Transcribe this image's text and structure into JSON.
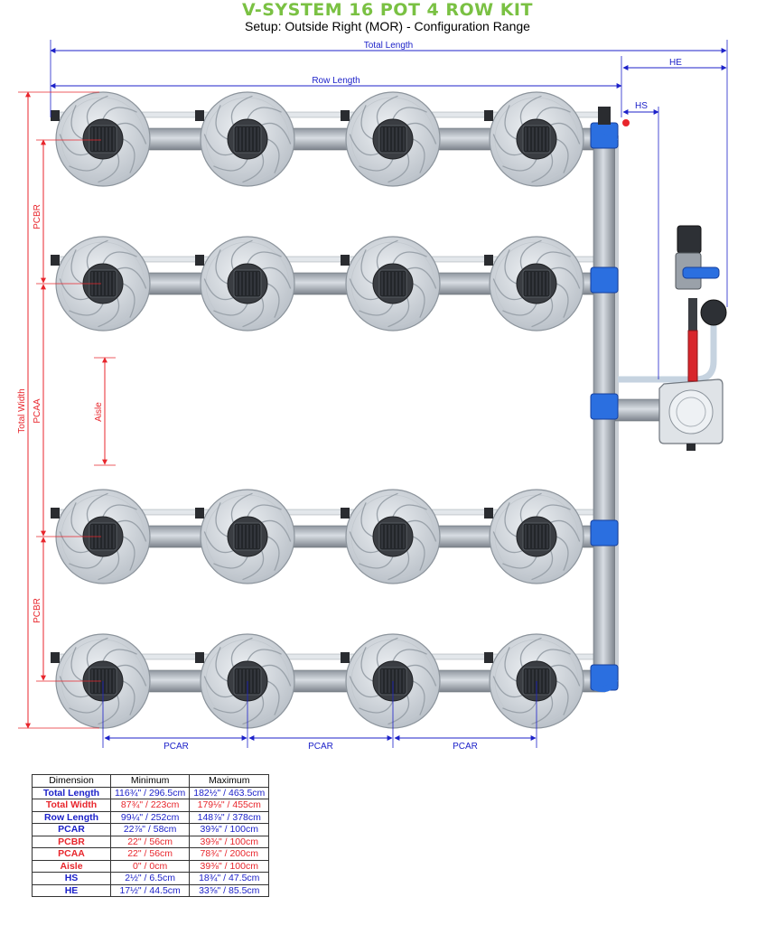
{
  "header": {
    "title": "V-SYSTEM 16 POT 4 ROW KIT",
    "subtitle": "Setup: Outside Right (MOR) - Configuration Range"
  },
  "colors": {
    "title_green": "#7ac143",
    "blue": "#1d22c9",
    "red": "#e8262c",
    "pipe_grey": "#aab0b8",
    "fitting_blue": "#2b6fe0"
  },
  "labels": {
    "total_length": "Total Length",
    "row_length": "Row Length",
    "he": "HE",
    "hs": "HS",
    "pcbr": "PCBR",
    "pcaa": "PCAA",
    "aisle": "Aisle",
    "total_width": "Total Width",
    "pcar": "PCAR"
  },
  "table": {
    "headers": [
      "Dimension",
      "Minimum",
      "Maximum"
    ],
    "rows": [
      {
        "dimension": "Total Length",
        "min": "116¾\" / 296.5cm",
        "max": "182½\" / 463.5cm",
        "color": "blue"
      },
      {
        "dimension": "Total Width",
        "min": "87¾\" / 223cm",
        "max": "179⅛\" / 455cm",
        "color": "red"
      },
      {
        "dimension": "Row Length",
        "min": "99¼\" / 252cm",
        "max": "148⅞\" / 378cm",
        "color": "blue"
      },
      {
        "dimension": "PCAR",
        "min": "22⅞\" / 58cm",
        "max": "39⅜\" / 100cm",
        "color": "blue"
      },
      {
        "dimension": "PCBR",
        "min": "22\" / 56cm",
        "max": "39⅜\" / 100cm",
        "color": "red"
      },
      {
        "dimension": "PCAA",
        "min": "22\" / 56cm",
        "max": "78¾\" / 200cm",
        "color": "red"
      },
      {
        "dimension": "Aisle",
        "min": "0\" / 0cm",
        "max": "39⅜\" / 100cm",
        "color": "red"
      },
      {
        "dimension": "HS",
        "min": "2½\" / 6.5cm",
        "max": "18¾\" / 47.5cm",
        "color": "blue"
      },
      {
        "dimension": "HE",
        "min": "17½\" / 44.5cm",
        "max": "33⅝\" / 85.5cm",
        "color": "blue"
      }
    ]
  }
}
